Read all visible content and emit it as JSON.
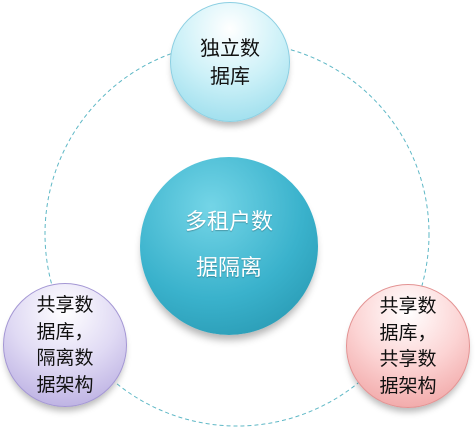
{
  "diagram": {
    "ring": {
      "color": "#5fb8c6",
      "style": "dashed"
    },
    "center": {
      "lines": [
        "多租户数",
        "据隔离"
      ],
      "colors": {
        "light": "#74d5e7",
        "mid": "#3ab2cc",
        "dark": "#2290a9",
        "edge": "#2290a9",
        "text": "#ffffff"
      }
    },
    "nodes": [
      {
        "id": "top",
        "lines": [
          "独立数",
          "据库"
        ],
        "colors": {
          "light": "#cdf1f8",
          "dark": "#90d9ea",
          "edge": "#8ccfe2",
          "text": "#111111"
        }
      },
      {
        "id": "bottom-left",
        "lines": [
          "共享数",
          "据库，",
          "隔离数",
          "据架构"
        ],
        "colors": {
          "light": "#e0daf4",
          "dark": "#b1a4dd",
          "edge": "#a497d4",
          "text": "#111111"
        }
      },
      {
        "id": "bottom-right",
        "lines": [
          "共享数",
          "据库，",
          "共享数",
          "据架构"
        ],
        "colors": {
          "light": "#fcd4d4",
          "dark": "#ee9b9b",
          "edge": "#e39393",
          "text": "#111111"
        }
      }
    ]
  }
}
